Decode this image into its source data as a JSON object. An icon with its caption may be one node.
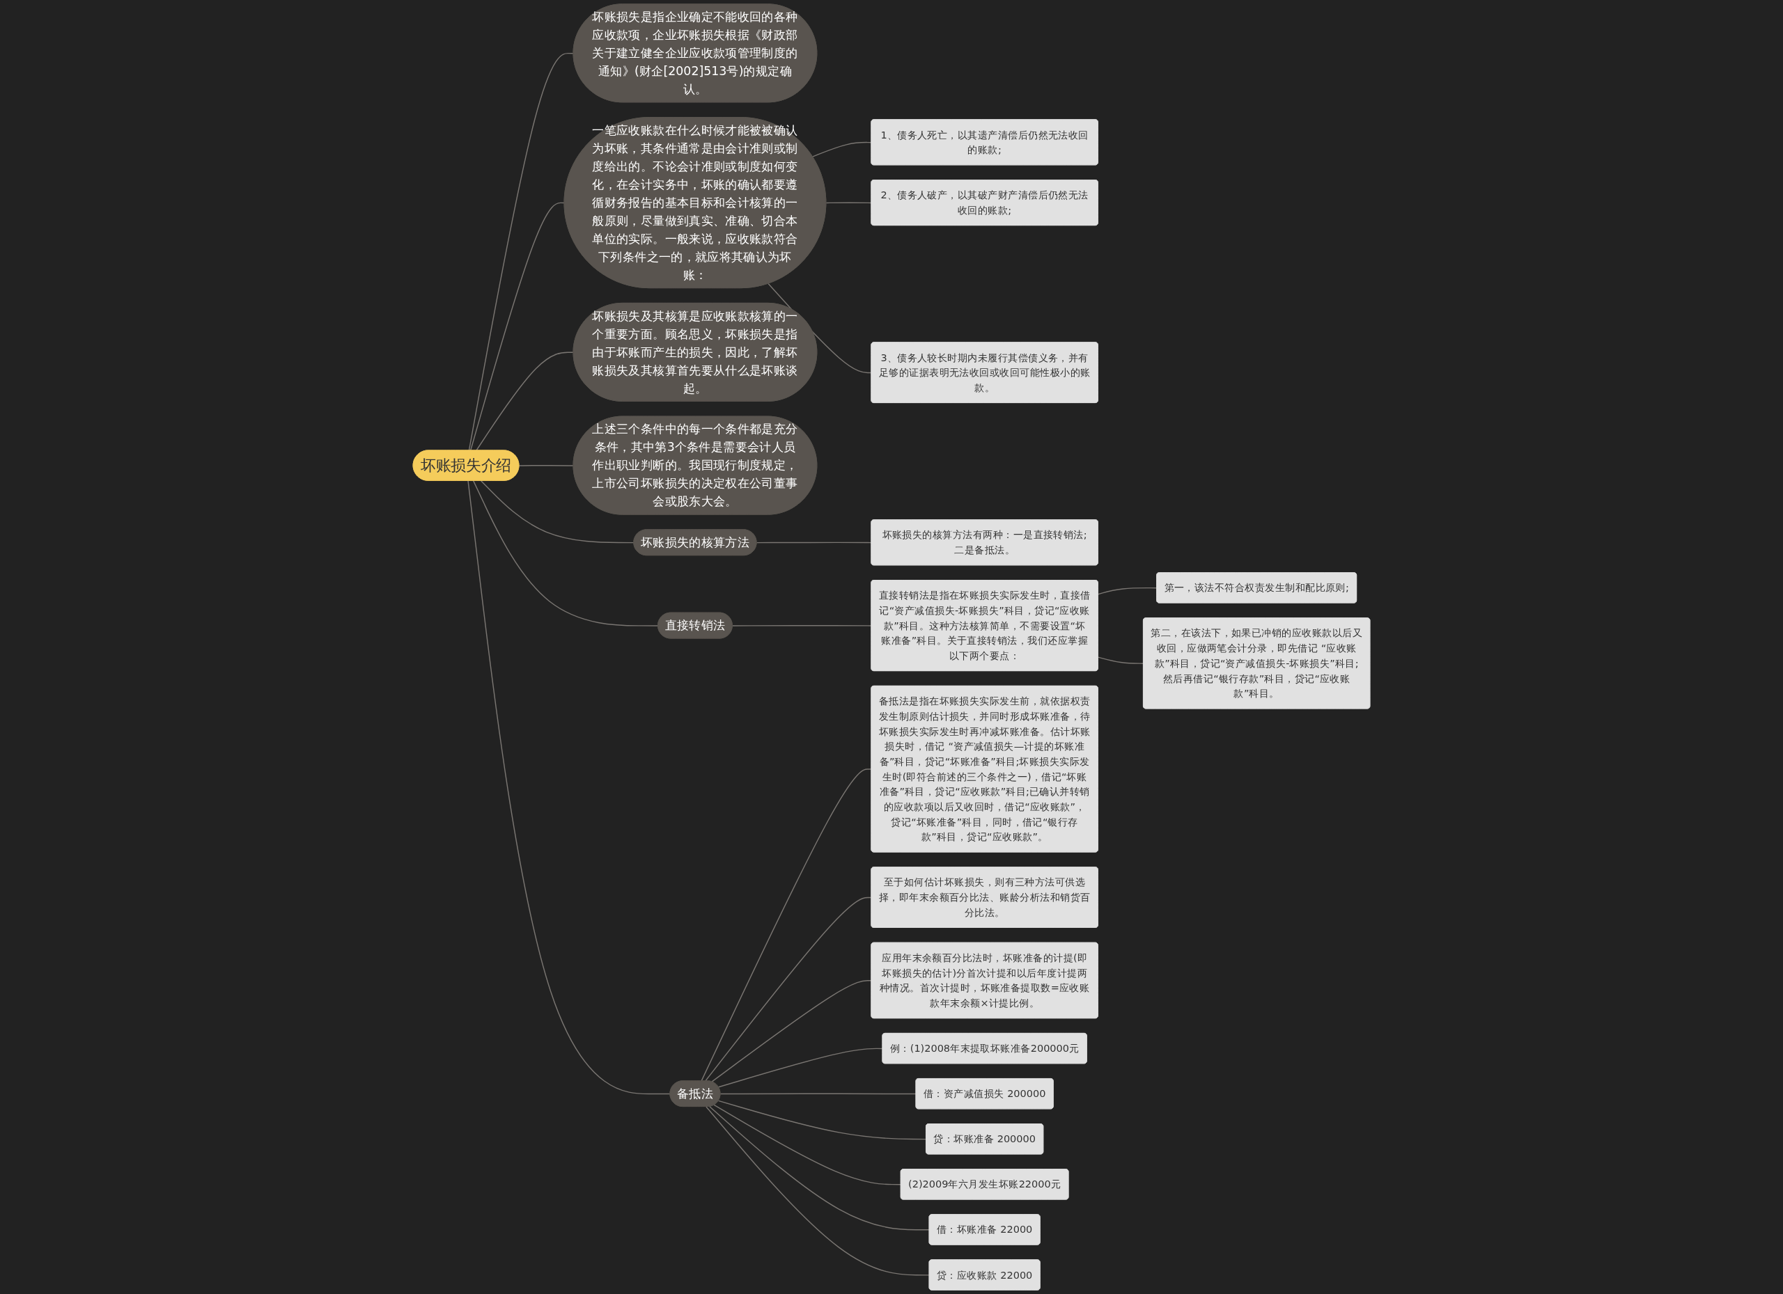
{
  "diagram": {
    "nodes": [
      {
        "text": [
          "坏账损失介绍"
        ]
      },
      {
        "text": [
          "坏账损失是指企业确定不能收回的各种应收款项，企业坏账损失根据《财政部关于建立健全企业应收款项管理制度的通知》(财企[2002]513号)的规定确认。"
        ]
      },
      {
        "text": [
          "一笔应收账款在什么时候才能被被确认为坏账，其条件通常是由会计准则或制度给出的。不论会计准则或制度如何变化，在会计实务中，坏账的确认都要遵循财务报告的基本目标和会计核算的一般原则，尽量做到真实、准确、切合本单位的实际。一般来说，应收账款符合下列条件之一的，就应将其确认为坏账："
        ]
      },
      {
        "text": [
          "1、债务人死亡，以其遗产清偿后仍然无法收回的账款;"
        ]
      },
      {
        "text": [
          "2、债务人破产，以其破产财产清偿后仍然无法收回的账款;"
        ]
      },
      {
        "text": [
          "3、债务人较长时期内未履行其偿债义务，并有足够的证据表明无法收回或收回可能性极小的账款。"
        ]
      },
      {
        "text": [
          "坏账损失及其核算是应收账款核算的一个重要方面。顾名思义，坏账损失是指由于坏账而产生的损失，因此，了解坏账损失及其核算首先要从什么是坏账谈起。"
        ]
      },
      {
        "text": [
          "上述三个条件中的每一个条件都是充分条件，其中第3个条件是需要会计人员作出职业判断的。我国现行制度规定，上市公司坏账损失的决定权在公司董事会或股东大会。"
        ]
      },
      {
        "text": [
          "坏账损失的核算方法"
        ]
      },
      {
        "text": [
          "坏账损失的核算方法有两种：一是直接转销法;二是备抵法。"
        ]
      },
      {
        "text": [
          "直接转销法"
        ]
      },
      {
        "text": [
          "直接转销法是指在坏账损失实际发生时，直接借记“资产减值损失-坏账损失”科目，贷记“应收账款”科目。这种方法核算简单，不需要设置“坏账准备”科目。关于直接转销法，我们还应掌握以下两个要点："
        ]
      },
      {
        "text": [
          "第一，该法不符合权责发生制和配比原则;"
        ]
      },
      {
        "text": [
          "第二，在该法下，如果已冲销的应收账款以后又收回，应做两笔会计分录，即先借记 “应收账款”科目，贷记“资产减值损失-坏账损失”科目;然后再借记“银行存款”科目，贷记“应收账款”科目。"
        ]
      },
      {
        "text": [
          "备抵法"
        ]
      },
      {
        "text": [
          "备抵法是指在坏账损失实际发生前，就依据权责发生制原则估计损失，并同时形成坏账准备，待坏账损失实际发生时再冲减坏账准备。估计坏账损失时，借记 “资产减值损失—计提的坏账准备”科目，贷记“坏账准备”科目;坏账损失实际发生时(即符合前述的三个条件之一)，借记“坏账准备”科目，贷记“应收账款”科目;已确认并转销的应收款项以后又收回时，借记“应收账款”，贷记“坏账准备”科目，同时，借记“银行存款”科目，贷记“应收账款”。"
        ]
      },
      {
        "text": [
          "至于如何估计坏账损失，则有三种方法可供选择，即年末余额百分比法、账龄分析法和销货百分比法。"
        ]
      },
      {
        "text": [
          "应用年末余额百分比法时，坏账准备的计提(即坏账损失的估计)分首次计提和以后年度计提两种情况。首次计提时，坏账准备提取数=应收账款年末余额×计提比例。"
        ]
      },
      {
        "text": [
          "例：(1)2008年末提取坏账准备200000元"
        ]
      },
      {
        "text": [
          "借：资产减值损失 200000"
        ]
      },
      {
        "text": [
          "贷：坏账准备 200000"
        ]
      },
      {
        "text": [
          "(2)2009年六月发生坏账22000元"
        ]
      },
      {
        "text": [
          "借：坏账准备 22000"
        ]
      },
      {
        "text": [
          "贷：应收账款 22000"
        ]
      }
    ],
    "edges": [
      {
        "from": 0,
        "to": 1,
        "arrow": "none"
      },
      {
        "from": 0,
        "to": 2,
        "arrow": "none"
      },
      {
        "from": 2,
        "to": 3,
        "arrow": "none"
      },
      {
        "from": 2,
        "to": 4,
        "arrow": "none"
      },
      {
        "from": 2,
        "to": 5,
        "arrow": "none"
      },
      {
        "from": 0,
        "to": 6,
        "arrow": "none"
      },
      {
        "from": 0,
        "to": 7,
        "arrow": "none"
      },
      {
        "from": 0,
        "to": 8,
        "arrow": "none"
      },
      {
        "from": 8,
        "to": 9,
        "arrow": "none"
      },
      {
        "from": 0,
        "to": 10,
        "arrow": "none"
      },
      {
        "from": 10,
        "to": 11,
        "arrow": "none"
      },
      {
        "from": 11,
        "to": 12,
        "arrow": "none"
      },
      {
        "from": 11,
        "to": 13,
        "arrow": "none"
      },
      {
        "from": 0,
        "to": 14,
        "arrow": "none"
      },
      {
        "from": 14,
        "to": 15,
        "arrow": "none"
      },
      {
        "from": 14,
        "to": 16,
        "arrow": "none"
      },
      {
        "from": 14,
        "to": 17,
        "arrow": "none"
      },
      {
        "from": 14,
        "to": 18,
        "arrow": "none"
      },
      {
        "from": 14,
        "to": 19,
        "arrow": "none"
      },
      {
        "from": 14,
        "to": 20,
        "arrow": "none"
      },
      {
        "from": 14,
        "to": 21,
        "arrow": "none"
      },
      {
        "from": 14,
        "to": 22,
        "arrow": "none"
      },
      {
        "from": 14,
        "to": 23,
        "arrow": "none"
      }
    ]
  }
}
